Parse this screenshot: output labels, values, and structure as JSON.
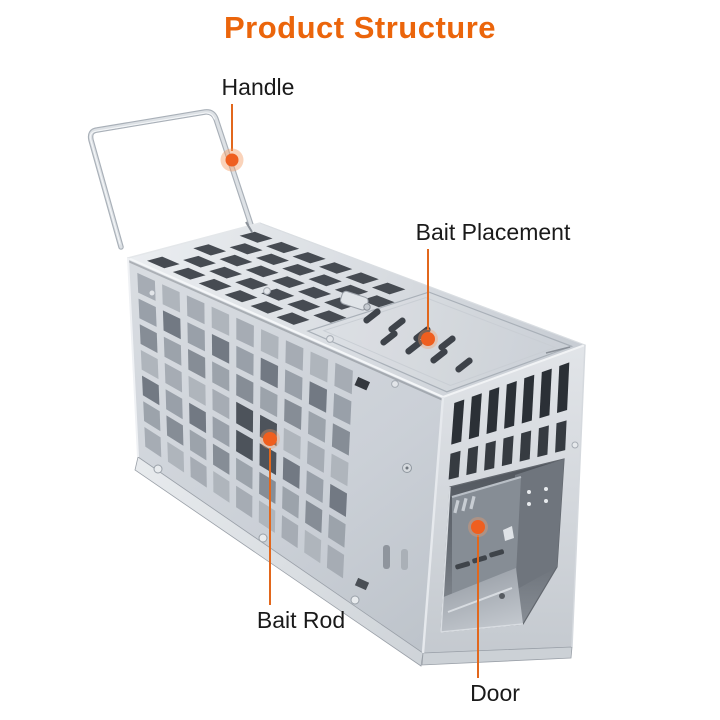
{
  "title": "Product Structure",
  "figure": {
    "subject": "Galvanized metal humane cage trap shown in three-quarter view with wire carry handle, perforated mesh walls, top bait plate and end door opening"
  },
  "callouts": {
    "handle": {
      "label": "Handle"
    },
    "bait_placement": {
      "label": "Bait Placement"
    },
    "bait_rod": {
      "label": "Bait Rod"
    },
    "door": {
      "label": "Door"
    }
  },
  "colors": {
    "title": "#EB650B",
    "label_text": "#1A1A1A",
    "callout_line": "#E2671C",
    "callout_dot": "#EF5F1F",
    "callout_halo": "#F59E66",
    "background": "#FFFFFF",
    "metal_light": "#E9ECEF",
    "metal_mid": "#CDD2D8",
    "metal_shadow": "#9AA0A8"
  }
}
